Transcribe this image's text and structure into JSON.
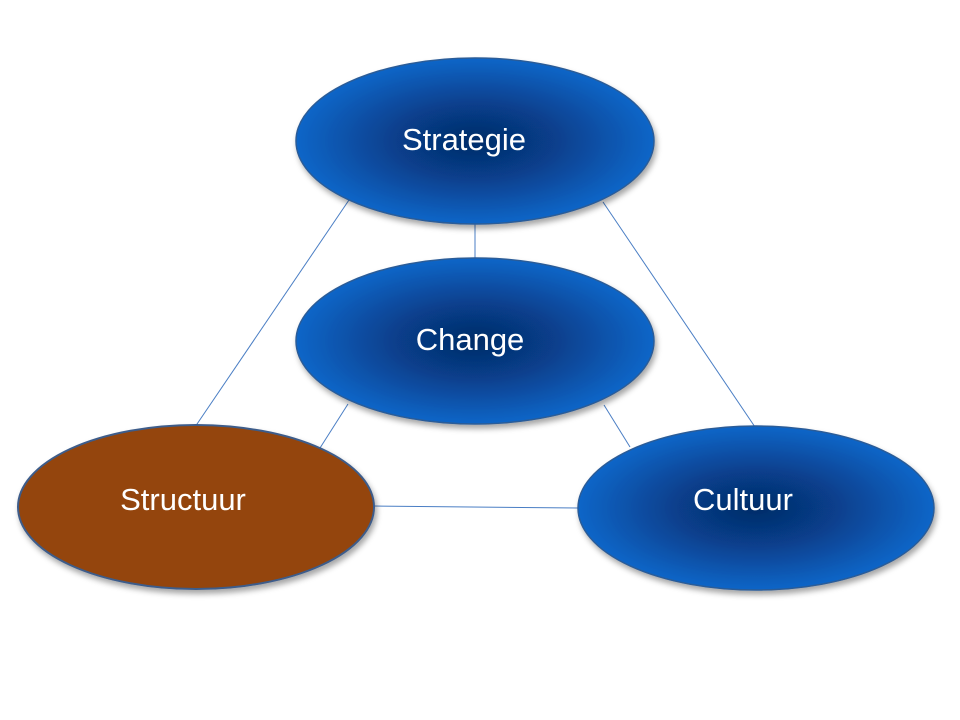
{
  "diagram": {
    "nodes": {
      "strategie": {
        "label": "Strategie",
        "color": "#0A5BB4"
      },
      "change": {
        "label": "Change",
        "color": "#0A5BB4"
      },
      "structuur": {
        "label": "Structuur",
        "color": "#944508"
      },
      "cultuur": {
        "label": "Cultuur",
        "color": "#0A5BB4"
      }
    },
    "connectors": [
      {
        "from": "strategie",
        "to": "structuur"
      },
      {
        "from": "strategie",
        "to": "cultuur"
      },
      {
        "from": "strategie",
        "to": "change"
      },
      {
        "from": "change",
        "to": "structuur"
      },
      {
        "from": "change",
        "to": "cultuur"
      },
      {
        "from": "structuur",
        "to": "cultuur"
      }
    ],
    "colors": {
      "connector": "#4A7EC4",
      "blue_center": "#052C68",
      "blue_edge": "#0A66C8",
      "blue_outline": "#2C5C98",
      "brown_fill": "#944508",
      "brown_outline": "#3E5C8A",
      "label": "#FFFFFF"
    }
  }
}
